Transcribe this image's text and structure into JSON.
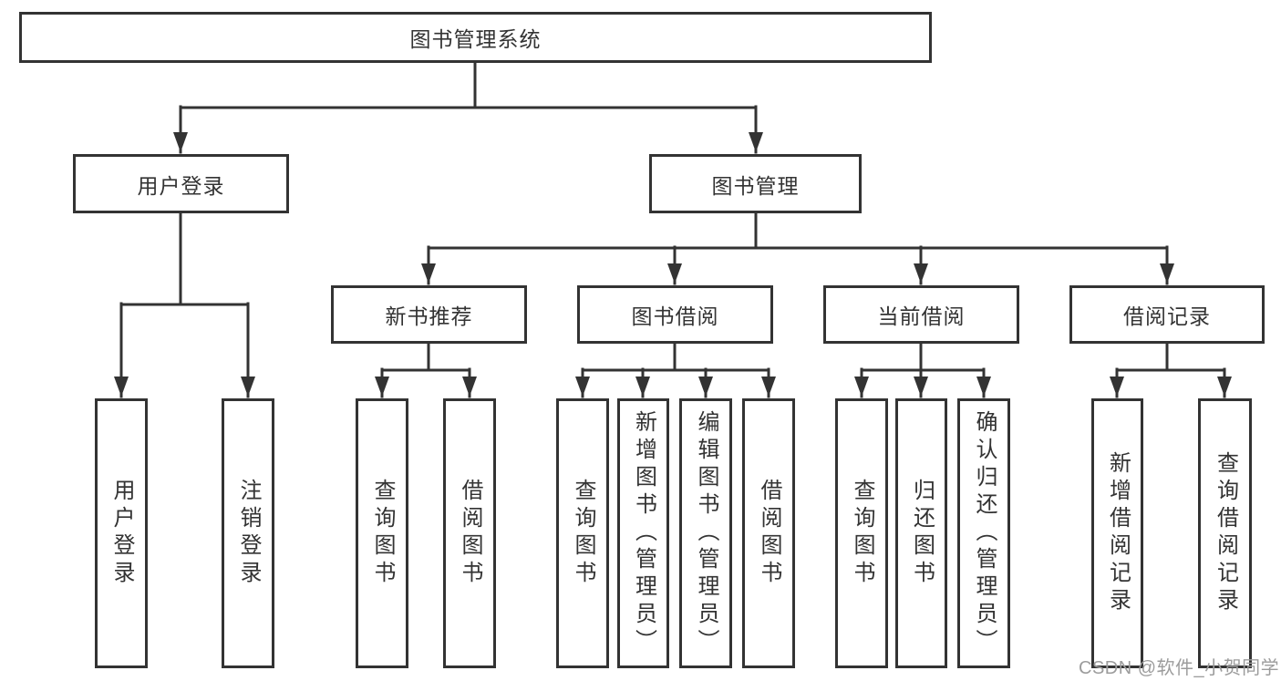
{
  "colors": {
    "line": "#333333",
    "text": "#333333",
    "watermark": "#9c9c9c",
    "background": "#ffffff"
  },
  "watermark": {
    "text": "CSDN @软件_小贺同学"
  },
  "diagram": {
    "type": "tree",
    "root": {
      "label": "图书管理系统"
    },
    "level2": [
      {
        "label": "用户登录"
      },
      {
        "label": "图书管理"
      }
    ],
    "level3": [
      {
        "label": "新书推荐",
        "parent": "图书管理"
      },
      {
        "label": "图书借阅",
        "parent": "图书管理"
      },
      {
        "label": "当前借阅",
        "parent": "图书管理"
      },
      {
        "label": "借阅记录",
        "parent": "图书管理"
      }
    ],
    "leaves": [
      {
        "label": "用户登录",
        "parent": "用户登录"
      },
      {
        "label": "注销登录",
        "parent": "用户登录"
      },
      {
        "label": "查询图书",
        "parent": "新书推荐"
      },
      {
        "label": "借阅图书",
        "parent": "新书推荐"
      },
      {
        "label": "查询图书",
        "parent": "图书借阅"
      },
      {
        "label": "新增图书（管理员）",
        "parent": "图书借阅"
      },
      {
        "label": "编辑图书（管理员）",
        "parent": "图书借阅"
      },
      {
        "label": "借阅图书",
        "parent": "图书借阅"
      },
      {
        "label": "查询图书",
        "parent": "当前借阅"
      },
      {
        "label": "归还图书",
        "parent": "当前借阅"
      },
      {
        "label": "确认归还（管理员）",
        "parent": "当前借阅"
      },
      {
        "label": "新增借阅记录",
        "parent": "借阅记录"
      },
      {
        "label": "查询借阅记录",
        "parent": "借阅记录"
      }
    ]
  }
}
